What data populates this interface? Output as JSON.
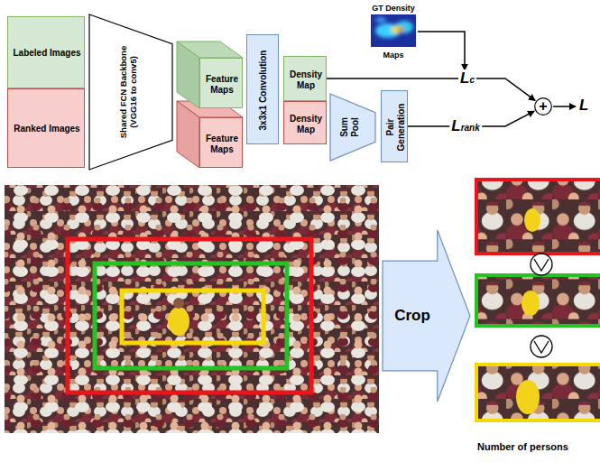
{
  "diagram": {
    "nodes": [
      {
        "text": [
          "Labeled Images"
        ]
      },
      {
        "text": [
          "Ranked Images"
        ]
      },
      {
        "text": [
          "Shared FCN Backbone (VGG16 to conv5)"
        ]
      },
      {
        "text": [
          "Feature Maps"
        ]
      },
      {
        "text": [
          "Feature Maps"
        ]
      },
      {
        "text": [
          "3x3x1 Convolution"
        ]
      },
      {
        "text": [
          "GT Density",
          "Maps"
        ]
      },
      {
        "text": [
          "Density Map"
        ]
      },
      {
        "text": [
          "Density Map"
        ]
      },
      {
        "text": [
          "Sum Pool"
        ]
      },
      {
        "text": [
          "Pair Generation"
        ]
      },
      {
        "text": [
          "+"
        ]
      },
      {
        "text": [
          "Crop"
        ]
      }
    ],
    "edges": [
      {
        "from": 7,
        "to": 11,
        "label": "Lc",
        "arrow": "to"
      },
      {
        "from": 10,
        "to": 11,
        "label": "Lrank",
        "arrow": "to"
      }
    ],
    "labels": [
      "L",
      "Number of persons"
    ]
  }
}
